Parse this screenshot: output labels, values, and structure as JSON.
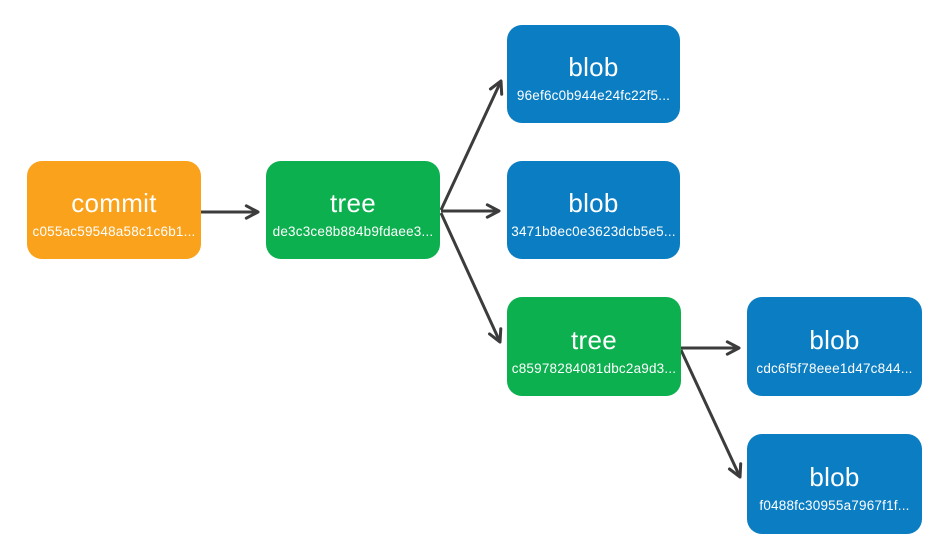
{
  "diagram": {
    "kind": "git-object-graph",
    "colors": {
      "commit_node": "#FAA21B",
      "tree_node": "#0CB04E",
      "blob_node": "#0B7DC2",
      "arrow": "#3C3C3C",
      "node_text": "#FFFFFF",
      "background": "#FFFFFF"
    },
    "nodes": [
      {
        "id": "commit",
        "label": "commit",
        "hash": "c055ac59548a58c1c6b1...",
        "color": "#FAA21B"
      },
      {
        "id": "tree-1",
        "label": "tree",
        "hash": "de3c3ce8b884b9fdaee3...",
        "color": "#0CB04E"
      },
      {
        "id": "blob-1",
        "label": "blob",
        "hash": "96ef6c0b944e24fc22f5...",
        "color": "#0B7DC2"
      },
      {
        "id": "blob-2",
        "label": "blob",
        "hash": "3471b8ec0e3623dcb5e5...",
        "color": "#0B7DC2"
      },
      {
        "id": "tree-2",
        "label": "tree",
        "hash": "c85978284081dbc2a9d3...",
        "color": "#0CB04E"
      },
      {
        "id": "blob-3",
        "label": "blob",
        "hash": "cdc6f5f78eee1d47c844...",
        "color": "#0B7DC2"
      },
      {
        "id": "blob-4",
        "label": "blob",
        "hash": "f0488fc30955a7967f1f...",
        "color": "#0B7DC2"
      }
    ],
    "edges": [
      {
        "from": "commit",
        "to": "tree-1"
      },
      {
        "from": "tree-1",
        "to": "blob-1"
      },
      {
        "from": "tree-1",
        "to": "blob-2"
      },
      {
        "from": "tree-1",
        "to": "tree-2"
      },
      {
        "from": "tree-2",
        "to": "blob-3"
      },
      {
        "from": "tree-2",
        "to": "blob-4"
      }
    ]
  }
}
